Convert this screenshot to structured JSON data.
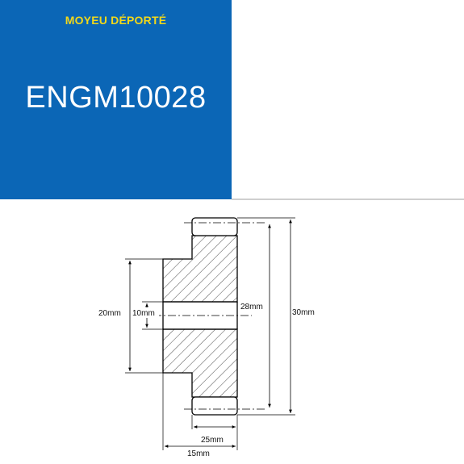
{
  "header": {
    "subtitle": "MOYEU DÉPORTÉ",
    "product_code": "ENGM10028",
    "background_color": "#0b66b6",
    "subtitle_color": "#f2d81a"
  },
  "drawing": {
    "dimensions": {
      "hub_diameter": "20mm",
      "bore_diameter": "10mm",
      "pitch_diameter": "28mm",
      "outer_diameter": "30mm",
      "gear_width": "25mm",
      "total_length": "15mm"
    }
  }
}
